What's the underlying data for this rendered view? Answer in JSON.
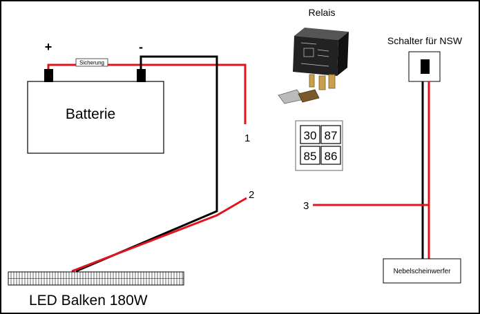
{
  "labels": {
    "battery": "Batterie",
    "plus": "+",
    "minus": "-",
    "fuse": "Sicherung",
    "relay_title": "Relais",
    "switch_title": "Schalter für NSW",
    "fog_light": "Nebelscheinwerfer",
    "led_bar": "LED Balken 180W",
    "wire_1": "1",
    "wire_2": "2",
    "wire_3": "3"
  },
  "relay_pins": [
    "30",
    "87",
    "85",
    "86"
  ],
  "colors": {
    "positive_wire": "#e0141e",
    "negative_wire": "#000000",
    "frame": "#000000",
    "relay_body": "#222222"
  }
}
